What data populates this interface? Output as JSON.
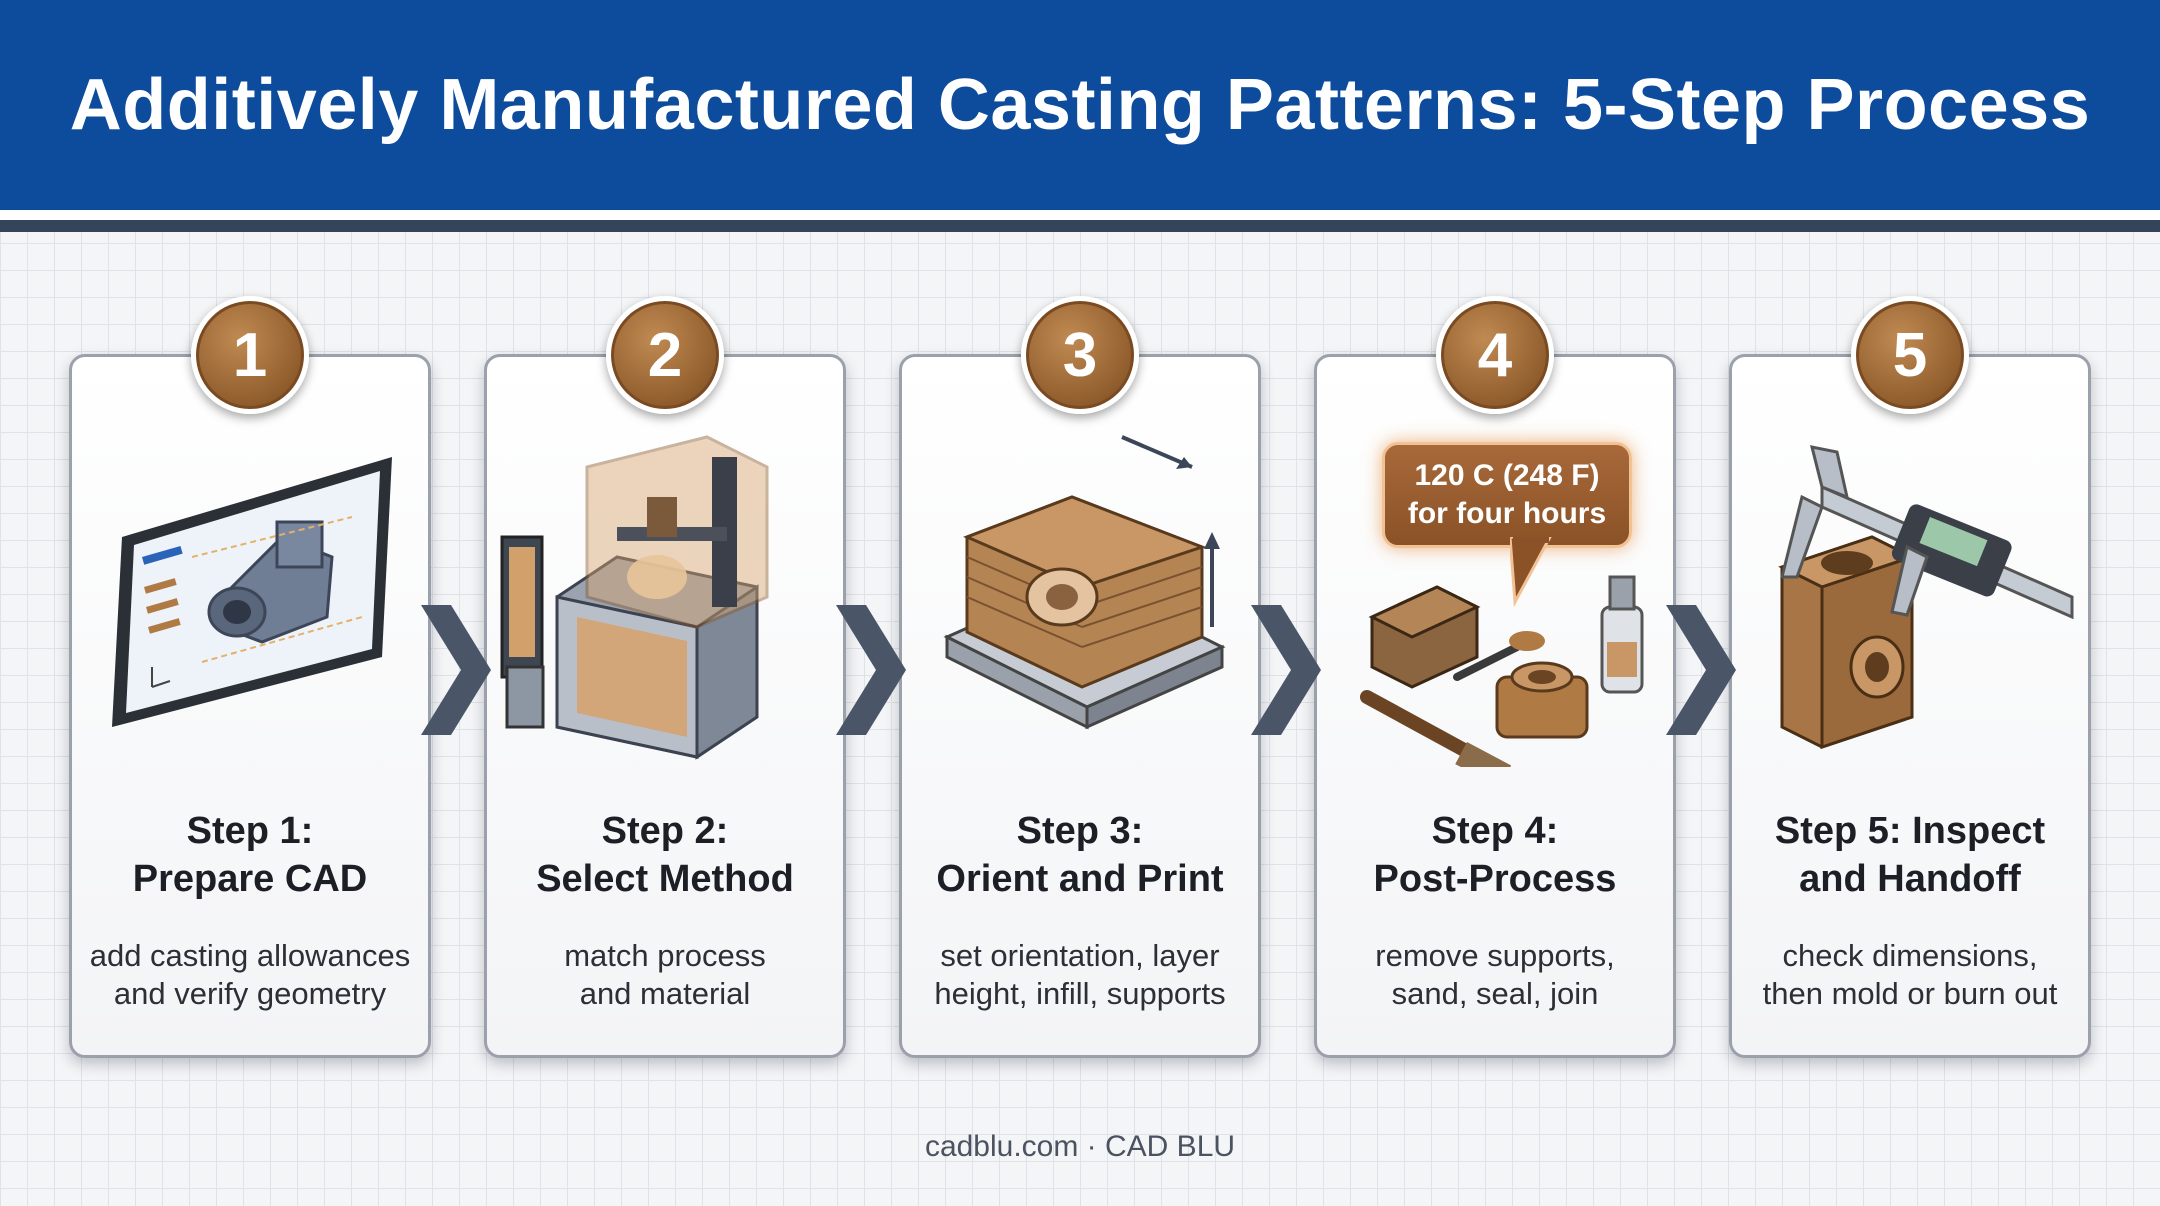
{
  "header": {
    "title": "Additively Manufactured Casting Patterns: 5-Step Process"
  },
  "steps": [
    {
      "number": "1",
      "title_line1": "Step 1:",
      "title_line2": "Prepare CAD",
      "desc_line1": "add casting allowances",
      "desc_line2": "and verify geometry",
      "icon": "cad-monitor-icon"
    },
    {
      "number": "2",
      "title_line1": "Step 2:",
      "title_line2": "Select Method",
      "desc_line1": "match process",
      "desc_line2": "and material",
      "icon": "3d-printer-icon"
    },
    {
      "number": "3",
      "title_line1": "Step 3:",
      "title_line2": "Orient and Print",
      "desc_line1": "set orientation, layer",
      "desc_line2": "height, infill, supports",
      "icon": "print-layers-icon"
    },
    {
      "number": "4",
      "title_line1": "Step 4:",
      "title_line2": "Post-Process",
      "desc_line1": "remove supports,",
      "desc_line2": "sand, seal, join",
      "icon": "finishing-tools-icon"
    },
    {
      "number": "5",
      "title_line1": "Step 5: Inspect",
      "title_line2": "and Handoff",
      "desc_line1": "check dimensions,",
      "desc_line2": "then mold or burn out",
      "icon": "caliper-icon"
    }
  ],
  "callout": {
    "line1": "120 C (248 F)",
    "line2": "for four hours"
  },
  "footer": {
    "text": "cadblu.com · CAD BLU"
  },
  "colors": {
    "header_bg": "#0d4b9c",
    "badge": "#8f5c2c",
    "chevron": "#4a5568",
    "accent_copper": "#b07a45"
  }
}
